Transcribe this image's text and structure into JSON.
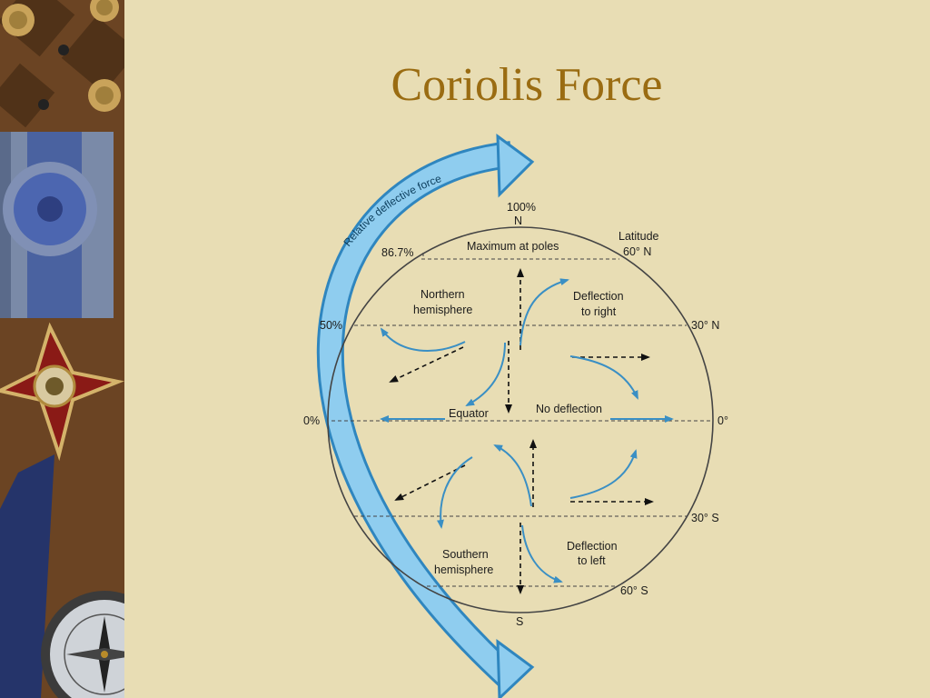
{
  "slide": {
    "title": "Coriolis Force"
  },
  "diagram": {
    "arc_label": "Relative deflective force",
    "top_percent": "100%",
    "north": "N",
    "south": "S",
    "percent_86": "86.7%",
    "percent_50": "50%",
    "percent_0": "0%",
    "max_at_poles": "Maximum at poles",
    "latitude_word": "Latitude",
    "lat_60n": "60° N",
    "lat_30n": "30° N",
    "lat_0": "0°",
    "lat_30s": "30° S",
    "lat_60s": "60° S",
    "northern_line1": "Northern",
    "northern_line2": "hemisphere",
    "southern_line1": "Southern",
    "southern_line2": "hemisphere",
    "deflect_right_line1": "Deflection",
    "deflect_right_line2": "to right",
    "deflect_left_line1": "Deflection",
    "deflect_left_line2": "to left",
    "equator": "Equator",
    "no_deflection": "No deflection"
  }
}
